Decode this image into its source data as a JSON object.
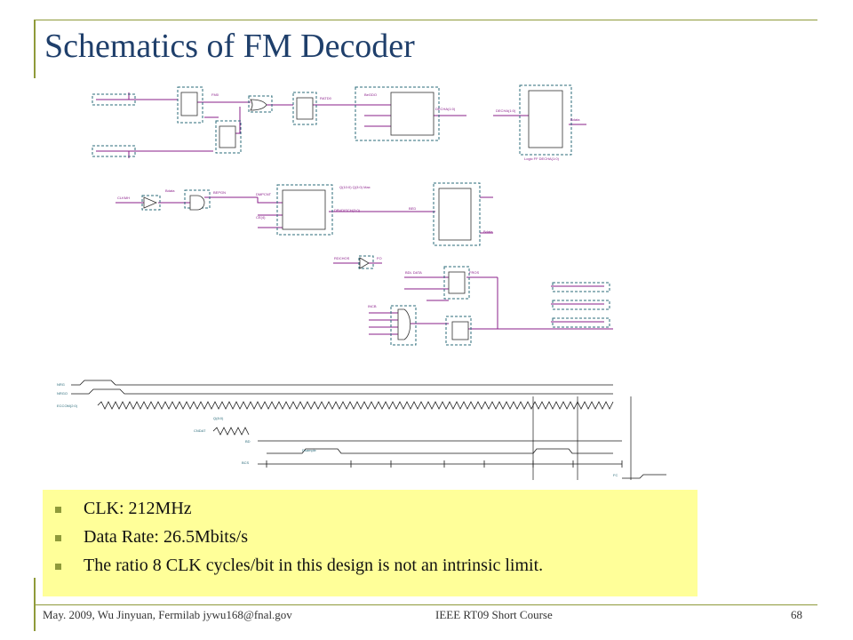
{
  "slide": {
    "title": "Schematics of FM Decoder",
    "notes": [
      "CLK: 212MHz",
      "Data Rate: 26.5Mbits/s",
      "The ratio 8 CLK cycles/bit in this design is not an intrinsic limit."
    ],
    "footer": {
      "author": "May. 2009, Wu Jinyuan, Fermilab jywu168@fnal.gov",
      "course": "IEEE RT09 Short Course",
      "page": "68"
    }
  },
  "colors": {
    "title": "#1f3f6b",
    "accent": "#8f9a3a",
    "wire": "#8a1f8a",
    "box": "#2b6b7a",
    "note_bg": "#ffff99"
  }
}
